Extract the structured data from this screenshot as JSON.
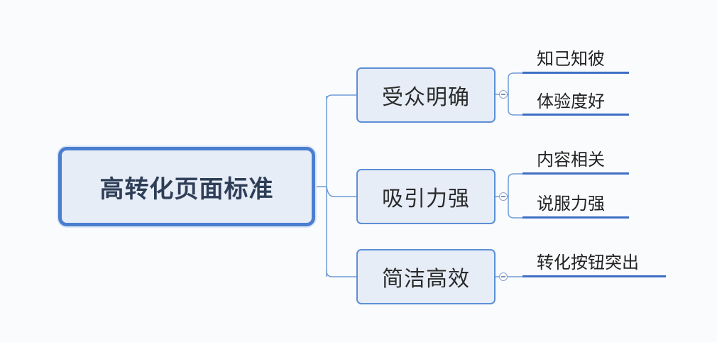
{
  "root": {
    "label": "高转化页面标准"
  },
  "branches": [
    {
      "label": "受众明确",
      "children": [
        "知己知彼",
        "体验度好"
      ]
    },
    {
      "label": "吸引力强",
      "children": [
        "内容相关",
        "说服力强"
      ]
    },
    {
      "label": "简洁高效",
      "children": [
        "转化按钮突出"
      ]
    }
  ],
  "colors": {
    "node_fill": "#e6edf7",
    "root_border": "#4a7fd0",
    "branch_border": "#5d8fd6",
    "connector": "#6f9bd8",
    "leaf_underline": "#3f6fc4"
  }
}
